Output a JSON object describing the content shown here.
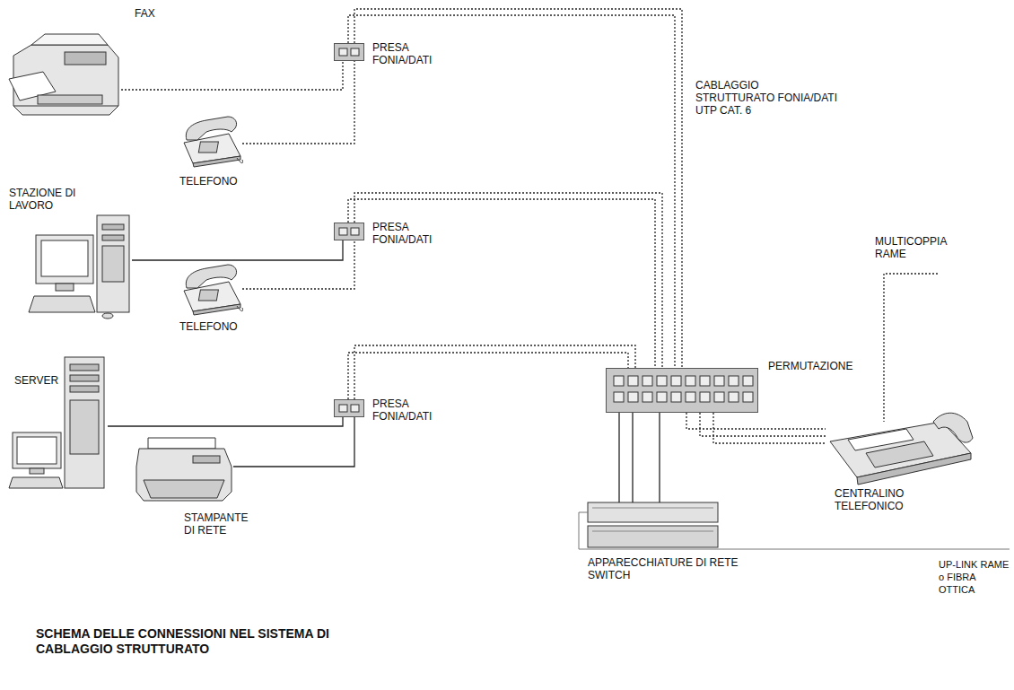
{
  "diagram": {
    "title": "SCHEMA DELLE CONNESSIONI NEL SISTEMA DI CABLAGGIO STRUTTURATO",
    "nodes": [
      {
        "text": [
          "FAX"
        ]
      },
      {
        "text": [
          "TELEFONO"
        ]
      },
      {
        "text": [
          "PRESA FONIA/DATI"
        ]
      },
      {
        "text": [
          "STAZIONE DI LAVORO"
        ]
      },
      {
        "text": [
          "TELEFONO"
        ]
      },
      {
        "text": [
          "PRESA FONIA/DATI"
        ]
      },
      {
        "text": [
          "SERVER"
        ]
      },
      {
        "text": [
          "STAMPANTE DI RETE"
        ]
      },
      {
        "text": [
          "PRESA FONIA/DATI"
        ]
      },
      {
        "text": [
          "PERMUTAZIONE"
        ]
      },
      {
        "text": [
          "CENTRALINO TELEFONICO"
        ]
      },
      {
        "text": [
          "APPARECCHIATURE DI RETE SWITCH"
        ]
      }
    ],
    "edges": [
      {
        "from": 0,
        "to": 2,
        "arrow": "none"
      },
      {
        "from": 1,
        "to": 2,
        "arrow": "none"
      },
      {
        "from": 2,
        "to": 9,
        "arrow": "none"
      },
      {
        "from": 2,
        "to": 9,
        "arrow": "none"
      },
      {
        "from": 3,
        "to": 5,
        "arrow": "none"
      },
      {
        "from": 4,
        "to": 5,
        "arrow": "none"
      },
      {
        "from": 5,
        "to": 9,
        "arrow": "none"
      },
      {
        "from": 5,
        "to": 9,
        "arrow": "none"
      },
      {
        "from": 6,
        "to": 8,
        "arrow": "none"
      },
      {
        "from": 7,
        "to": 8,
        "arrow": "none"
      },
      {
        "from": 8,
        "to": 9,
        "arrow": "none"
      },
      {
        "from": 8,
        "to": 9,
        "arrow": "none"
      },
      {
        "from": 9,
        "to": 11,
        "arrow": "none"
      },
      {
        "from": 9,
        "to": 11,
        "arrow": "none"
      },
      {
        "from": 9,
        "to": 11,
        "arrow": "none"
      },
      {
        "from": 9,
        "to": 10,
        "arrow": "none"
      },
      {
        "from": 9,
        "to": 10,
        "arrow": "none"
      },
      {
        "from": 9,
        "to": 10,
        "arrow": "none"
      }
    ],
    "labels": [
      "CABLAGGIO STRUTTURATO FONIA/DATI UTP CAT. 6",
      "MULTICOPPIA RAME",
      "UP-LINK RAME o FIBRA OTTICA"
    ]
  }
}
